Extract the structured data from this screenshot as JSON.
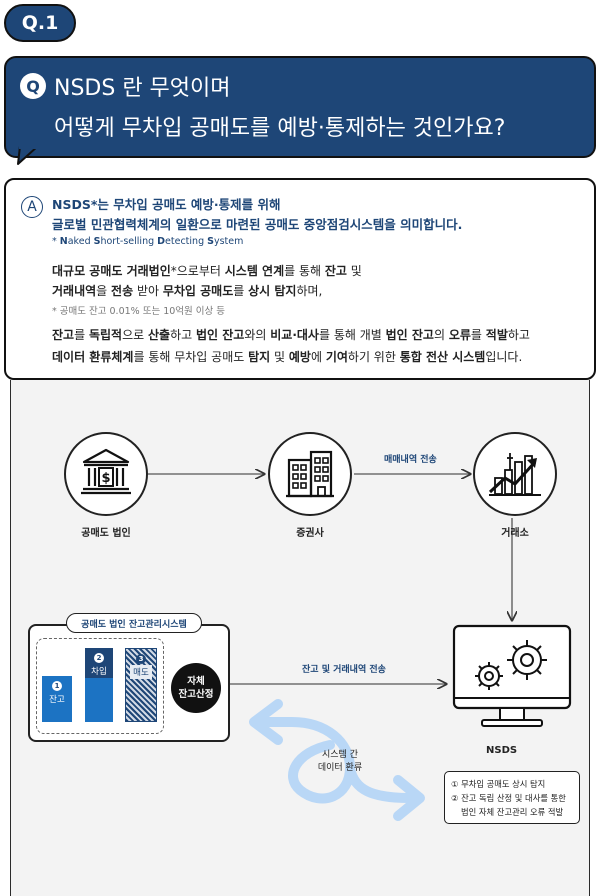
{
  "question": {
    "badge": "Q.1",
    "marker": "Q",
    "line1": "NSDS 란 무엇이며",
    "line2": "어떻게 무차입 공매도를 예방·통제하는 것인가요?"
  },
  "answer": {
    "marker": "A",
    "line1": "NSDS*는 무차입 공매도 예방·통제를 위해",
    "line2": "글로벌 민관협력체계의 일환으로 마련된 공매도 중앙점검시스템을 의미합니다.",
    "footnote1": {
      "prefix": "* ",
      "parts": [
        "N",
        "aked ",
        "S",
        "hort-selling ",
        "D",
        "etecting ",
        "S",
        "ystem"
      ]
    },
    "line3": {
      "b1": "대규모 공매도 거래법인",
      "t1": "*으로부터 ",
      "b2": "시스템  연계",
      "t2": "를 통해 ",
      "b3": "잔고",
      "t3": " 및"
    },
    "line4": {
      "b1": "거래내역",
      "t1": "을 ",
      "b2": "전송",
      "t2": " 받아 ",
      "b3": "무차입 공매도",
      "t3": "를 ",
      "b4": "상시 탐지",
      "t4": "하며,"
    },
    "footnote2": "* 공매도 잔고 0.01% 또는 10억원 이상 등",
    "line5": {
      "b1": "잔고",
      "t1": "를 ",
      "b2": "독립적",
      "t2": "으로 ",
      "b3": "산출",
      "t3": "하고 ",
      "b4": "법인 잔고",
      "t4": "와의 ",
      "b5": "비교·대사",
      "t5": "를 통해 개별 ",
      "b6": "법인 잔고",
      "t6": "의 ",
      "b7": "오류",
      "t7": "를 ",
      "b8": "적발",
      "t8": "하고"
    },
    "line6": {
      "b1": "데이터 환류체계",
      "t1": "를 통해 무차입 공매도 ",
      "b2": "탐지",
      "t2": " 및 ",
      "b3": "예방",
      "t3": "에 ",
      "b4": "기여",
      "t4": "하기 위한 ",
      "b5": "통합 전산 시스템",
      "t5": "입니다."
    }
  },
  "diagram": {
    "nodes": {
      "corp": "공매도 법인",
      "broker": "증권사",
      "exchange": "거래소",
      "nsds": "NSDS"
    },
    "arrows": {
      "trade_send": "매매내역 전송",
      "balance_send": "잔고 및 거래내역 전송"
    },
    "corp_system": {
      "title": "공매도 법인 잔고관리시스템",
      "bars": [
        {
          "num": "1",
          "label": "잔고"
        },
        {
          "num": "2",
          "label": "차입"
        },
        {
          "num": "3",
          "label": "매도"
        }
      ],
      "self_calc_line1": "자체",
      "self_calc_line2": "잔고산정"
    },
    "loop": {
      "line1": "시스템 간",
      "line2": "데이터 환류"
    },
    "results": {
      "item1": "① 무차입 공매도 상시 탐지",
      "item2": "② 잔고 독립 산정 및 대사를 통한",
      "item3": "법인 자체 잔고관리 오류 적발"
    }
  },
  "colors": {
    "navy": "#1e4677",
    "blue": "#1c73c3",
    "light_blue": "#b9d7f6"
  }
}
